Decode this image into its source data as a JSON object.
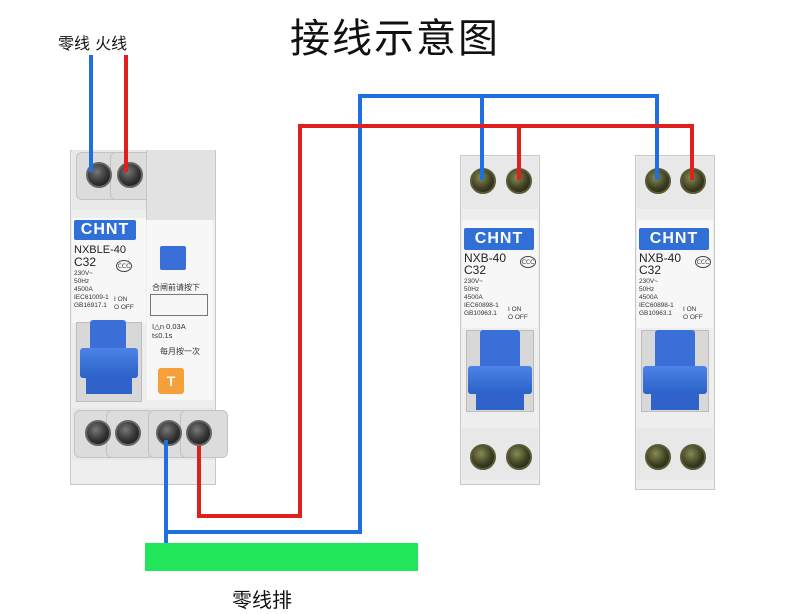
{
  "title": "接线示意图",
  "top_labels": {
    "neutral": "零线",
    "live": "火线"
  },
  "busbar_label": "零线排",
  "colors": {
    "neutral_wire": "#1f6fe0",
    "live_wire": "#e0201e",
    "busbar": "#22e65a",
    "brand_blue": "#2f6fd6",
    "test_button": "#f6a03a"
  },
  "main_breaker": {
    "brand": "CHNT",
    "model": "NXBLE-40",
    "rating": "C32",
    "spec_lines": "230V~\n50Hz\n4500A\nIEC61009-1\nGB16917.1",
    "on_off": "I ON\nO OFF",
    "press_note": "合闸前请按下",
    "leak_spec": "I△n 0.03A\nt≤0.1s",
    "monthly_note": "每月按一次",
    "test_label": "T"
  },
  "branch_breakers": [
    {
      "brand": "CHNT",
      "model": "NXB-40",
      "rating": "C32",
      "spec_lines": "230V~\n50Hz\n4500A\nIEC60898-1\nGB10963.1",
      "on_off": "I ON\nO OFF"
    },
    {
      "brand": "CHNT",
      "model": "NXB-40",
      "rating": "C32",
      "spec_lines": "230V~\n50Hz\n4500A\nIEC60898-1\nGB10963.1",
      "on_off": "I ON\nO OFF"
    }
  ]
}
